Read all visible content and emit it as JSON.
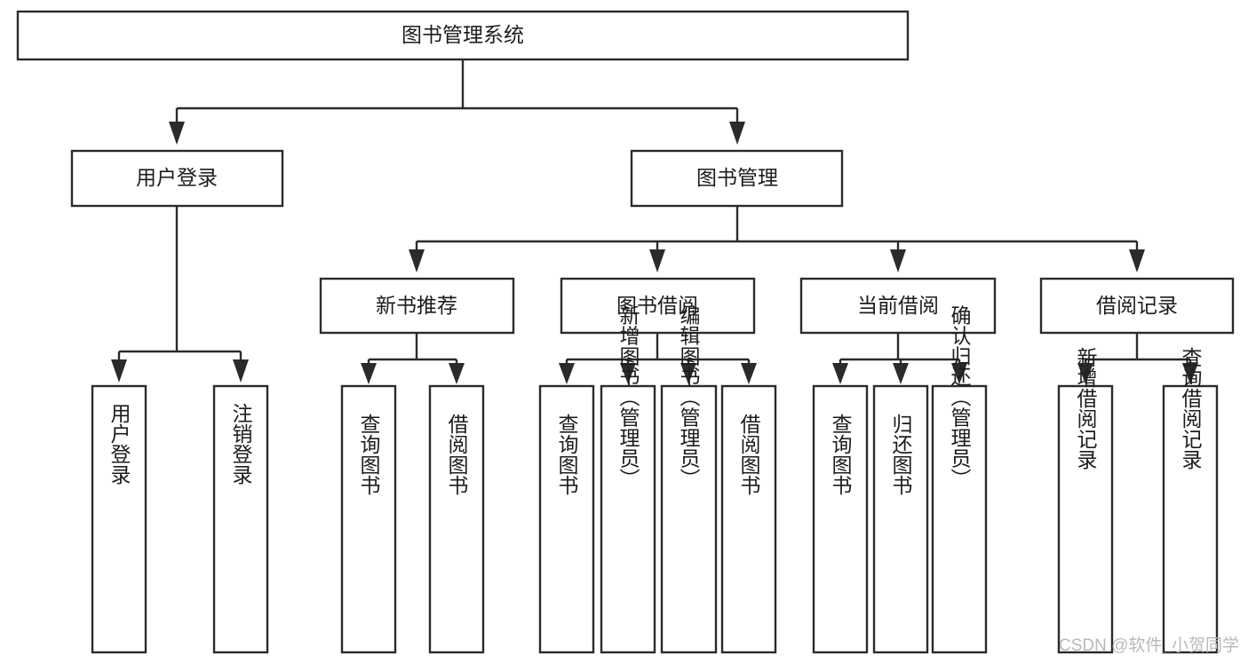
{
  "diagram": {
    "title": "图书管理系统",
    "type": "tree-hierarchy-diagram",
    "colors": {
      "box_stroke": "#2b2b2b",
      "box_fill": "#ffffff",
      "text": "#1c1c1c",
      "connector": "#2b2b2b",
      "watermark": "#b9b9b9",
      "background": "#ffffff"
    },
    "root": {
      "label": "图书管理系统"
    },
    "level2": [
      {
        "label": "用户登录"
      },
      {
        "label": "图书管理"
      }
    ],
    "level3": [
      {
        "label": "新书推荐"
      },
      {
        "label": "图书借阅"
      },
      {
        "label": "当前借阅"
      },
      {
        "label": "借阅记录"
      }
    ],
    "leaves": {
      "user_login": [
        {
          "label": "用户登录"
        },
        {
          "label": "注销登录"
        }
      ],
      "new_book_recommend": [
        {
          "label": "查询图书"
        },
        {
          "label": "借阅图书"
        }
      ],
      "book_borrow": [
        {
          "label": "查询图书"
        },
        {
          "label": "新增图书（管理员）"
        },
        {
          "label": "编辑图书（管理员）"
        },
        {
          "label": "借阅图书"
        }
      ],
      "current_borrow": [
        {
          "label": "查询图书"
        },
        {
          "label": "归还图书"
        },
        {
          "label": "确认归还（管理员）"
        }
      ],
      "borrow_record": [
        {
          "label": "新增借阅记录"
        },
        {
          "label": "查询借阅记录"
        }
      ]
    }
  },
  "watermark": {
    "text": "CSDN @软件_小贺同学"
  }
}
